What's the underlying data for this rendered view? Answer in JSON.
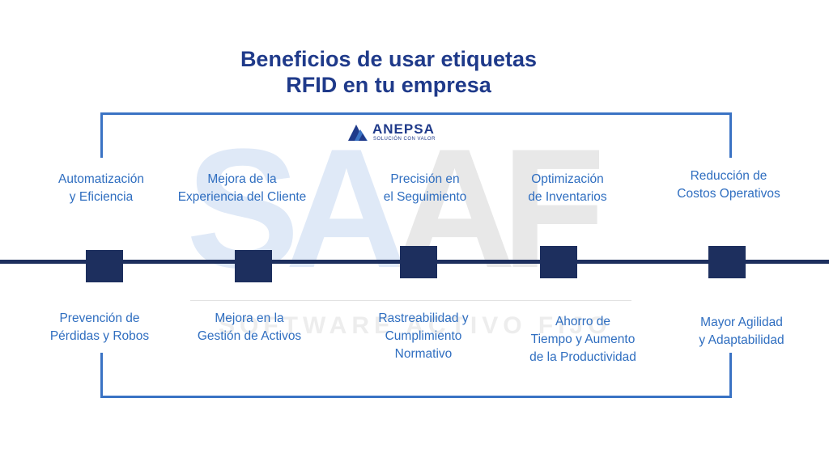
{
  "title": {
    "line1": "Beneficios de usar etiquetas",
    "line2": "RFID en tu empresa"
  },
  "logo": {
    "name": "ANEPSA",
    "tagline": "SOLUCIÓN CON VALOR",
    "icon": "anepsa-mountain-logo-icon"
  },
  "watermark": {
    "letters": "SAAF",
    "tagline": "SOFTWARE ACTIVO FIJO"
  },
  "colors": {
    "title": "#1f3a8a",
    "label": "#2f6ec0",
    "frame": "#3a73c4",
    "timeline": "#1d2f5e"
  },
  "benefits_top": [
    "Automatización\ny Eficiencia",
    "Mejora de la\nExperiencia del Cliente",
    "Precisión en\nel Seguimiento",
    "Optimización\nde Inventarios",
    "Reducción de\nCostos Operativos"
  ],
  "benefits_bottom": [
    "Prevención de\nPérdidas y Robos",
    "Mejora en la\nGestión de Activos",
    "Rastreabilidad y\nCumplimiento\nNormativo",
    "Ahorro de\nTiempo y Aumento\nde la Productividad",
    "Mayor Agilidad\ny Adaptabilidad"
  ]
}
